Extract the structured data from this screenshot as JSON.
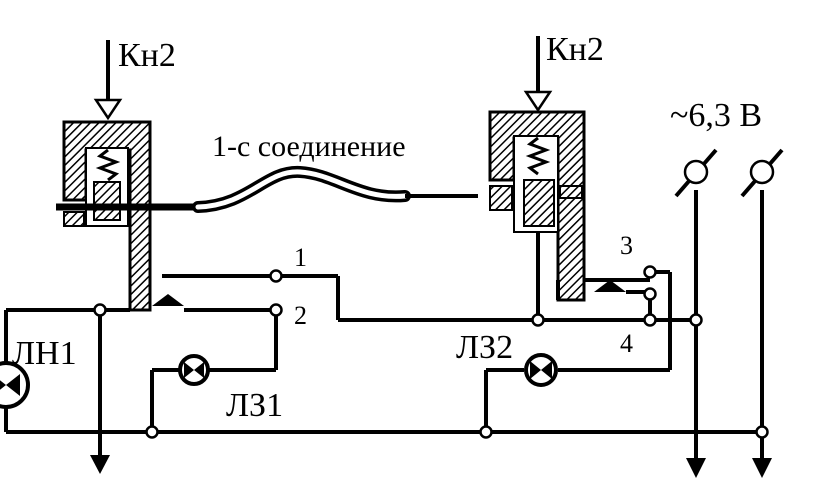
{
  "labels": {
    "button_left": "Кн2",
    "button_right": "Кн2",
    "connection": "1-с соединение",
    "voltage": "~6,3 В",
    "lamp_ln1": "ЛН1",
    "lamp_lz1": "ЛЗ1",
    "lamp_lz2": "ЛЗ2",
    "contact_1": "1",
    "contact_2": "2",
    "contact_3": "3",
    "contact_4": "4"
  }
}
